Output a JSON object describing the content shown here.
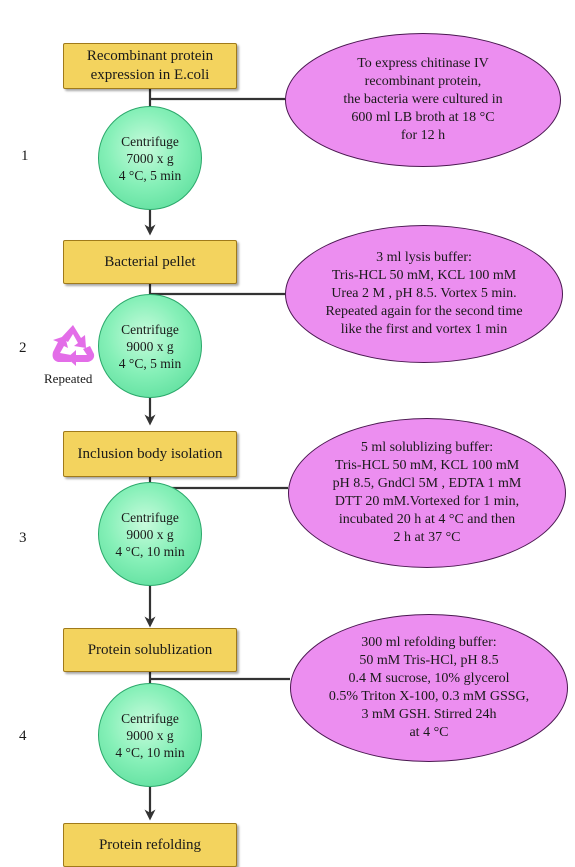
{
  "steps": [
    {
      "number": "1",
      "box": "Recombinant protein expression in E.coli",
      "ellipse": "To express chitinase IV\nrecombinant protein,\nthe bacteria were cultured in\n600 ml LB broth at 18 °C\nfor 12 h",
      "centrifuge": "Centrifuge\n7000 x g\n4 °C, 5 min"
    },
    {
      "number": "2",
      "box": "Bacterial pellet",
      "ellipse": "3 ml lysis buffer:\nTris-HCL 50 mM, KCL 100 mM\nUrea 2  M  , pH 8.5. Vortex 5 min.\nRepeated again for the second time\nlike the first and vortex 1 min",
      "centrifuge": "Centrifuge\n9000 x g\n4 °C, 5 min"
    },
    {
      "number": "3",
      "box": "Inclusion body isolation",
      "ellipse": "5 ml solublizing buffer:\nTris-HCL 50 mM,  KCL 100 mM\npH 8.5, GndCl  5M , EDTA 1 mM\nDTT 20 mM.Vortexed for 1 min,\nincubated 20 h at 4 °C and then\n2 h at 37 °C",
      "centrifuge": "Centrifuge\n9000 x g\n4 °C, 10 min"
    },
    {
      "number": "4",
      "box": "Protein solublization",
      "ellipse": "300 ml refolding buffer:\n50 mM Tris-HCl, pH 8.5\n0.4  M   sucrose, 10% glycerol\n0.5% Triton X-100, 0.3 mM GSSG,\n3 mM GSH. Stirred 24h\nat 4 °C",
      "centrifuge": "Centrifuge\n9000 x g\n4 °C, 10 min"
    }
  ],
  "final_box": "Protein refolding",
  "repeat_label": "Repeated",
  "recycle_icon": "recycle-icon",
  "colors": {
    "box_fill": "#f3d35e",
    "ellipse_fill": "#ec8ef0",
    "circle_fill": "#86f0b8",
    "recycle": "#e36de8"
  }
}
